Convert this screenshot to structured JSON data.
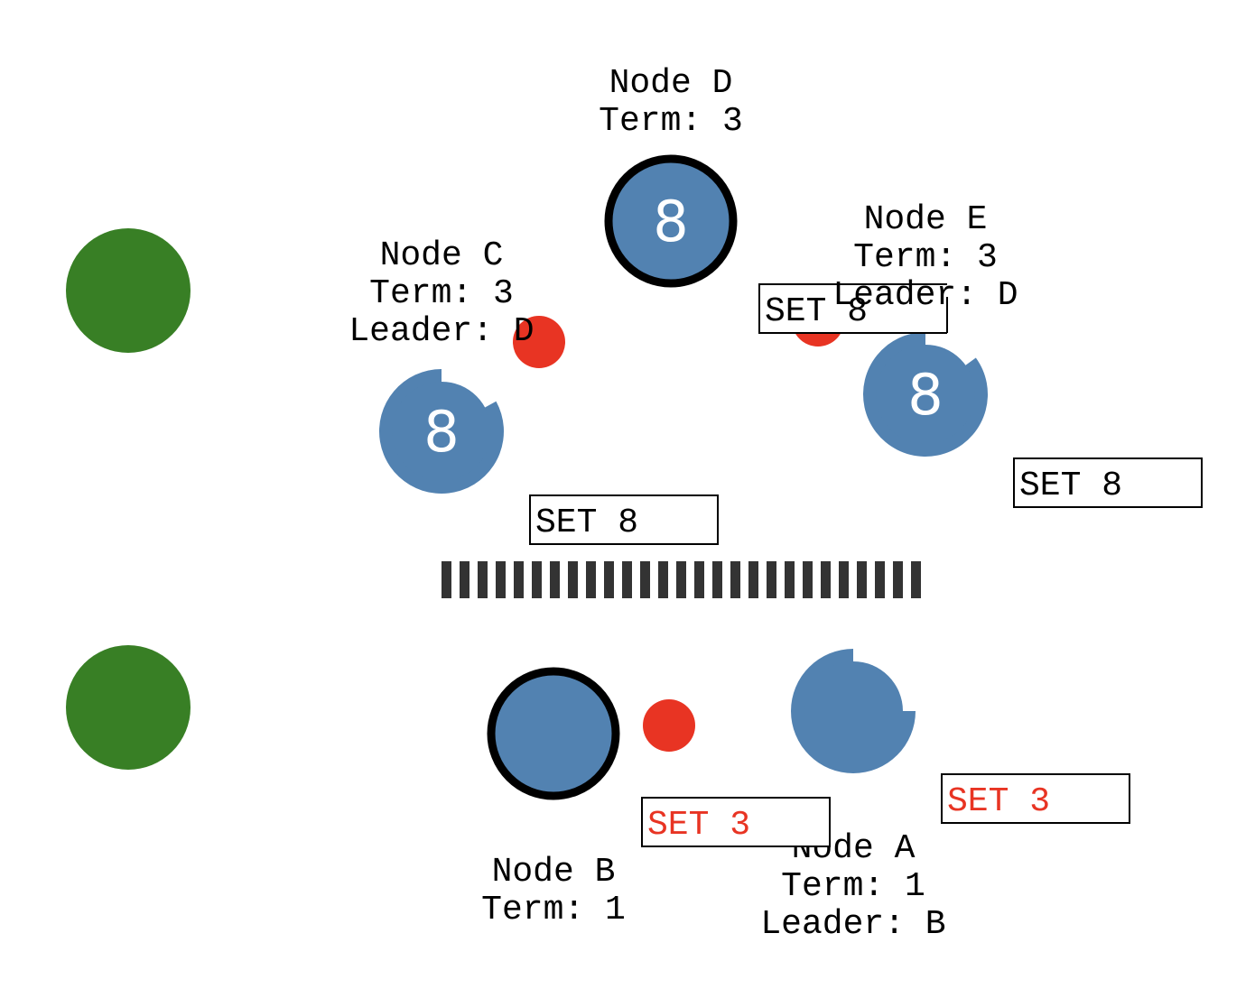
{
  "colors": {
    "node_fill": "#5282b1",
    "leader_ring": "#000000",
    "client_fill": "#387f25",
    "message_fill": "#e83423",
    "partition_bar": "#333333",
    "label_text": "#000000",
    "value_text": "#ffffff",
    "committed_text": "#000000",
    "uncommitted_text": "#e83423"
  },
  "clients": [
    {
      "id": "client-1"
    },
    {
      "id": "client-2"
    }
  ],
  "partition": {
    "label": "network-partition",
    "bar_count": 27
  },
  "nodes": [
    {
      "id": "D",
      "label_lines": [
        "Node D",
        "Term: 3"
      ],
      "role": "leader",
      "value": "8",
      "timeout_remaining": null
    },
    {
      "id": "E",
      "label_lines": [
        "Node E",
        "Term: 3",
        "Leader: D"
      ],
      "role": "follower",
      "value": "8",
      "timeout_remaining": 0.85
    },
    {
      "id": "C",
      "label_lines": [
        "Node C",
        "Term: 3",
        "Leader: D"
      ],
      "role": "follower",
      "value": "8",
      "timeout_remaining": 0.83
    },
    {
      "id": "B",
      "label_lines": [
        "Node B",
        "Term: 1"
      ],
      "role": "leader",
      "value": "",
      "timeout_remaining": null
    },
    {
      "id": "A",
      "label_lines": [
        "Node A",
        "Term: 1",
        "Leader: B"
      ],
      "role": "follower",
      "value": "",
      "timeout_remaining": 0.75
    }
  ],
  "messages": [
    {
      "id": "msg-c",
      "near": "C"
    },
    {
      "id": "msg-e",
      "near": "E"
    },
    {
      "id": "msg-b",
      "near": "B"
    }
  ],
  "logs": [
    {
      "id": "log-e",
      "owner": "E",
      "text": "SET 8",
      "committed": true
    },
    {
      "id": "log-c",
      "owner": "C",
      "text": "SET 8",
      "committed": true
    },
    {
      "id": "log-e2",
      "owner": "E",
      "text": "SET 8",
      "committed": true
    },
    {
      "id": "log-b",
      "owner": "B",
      "text": "SET 3",
      "committed": false
    },
    {
      "id": "log-a",
      "owner": "A",
      "text": "SET 3",
      "committed": false
    }
  ]
}
